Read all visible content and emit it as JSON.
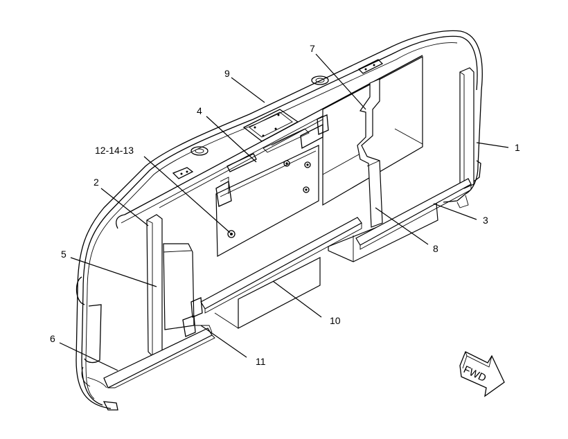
{
  "callouts": [
    {
      "id": "c1",
      "text": "1"
    },
    {
      "id": "c2",
      "text": "2"
    },
    {
      "id": "c3",
      "text": "3"
    },
    {
      "id": "c4",
      "text": "4"
    },
    {
      "id": "c5",
      "text": "5"
    },
    {
      "id": "c6",
      "text": "6"
    },
    {
      "id": "c7",
      "text": "7"
    },
    {
      "id": "c8",
      "text": "8"
    },
    {
      "id": "c9",
      "text": "9"
    },
    {
      "id": "c10",
      "text": "10"
    },
    {
      "id": "c11",
      "text": "11"
    },
    {
      "id": "c12",
      "text": "12-14-13"
    }
  ],
  "direction_indicator": {
    "text": "FWD",
    "icon": "forward-arrow-icon"
  }
}
